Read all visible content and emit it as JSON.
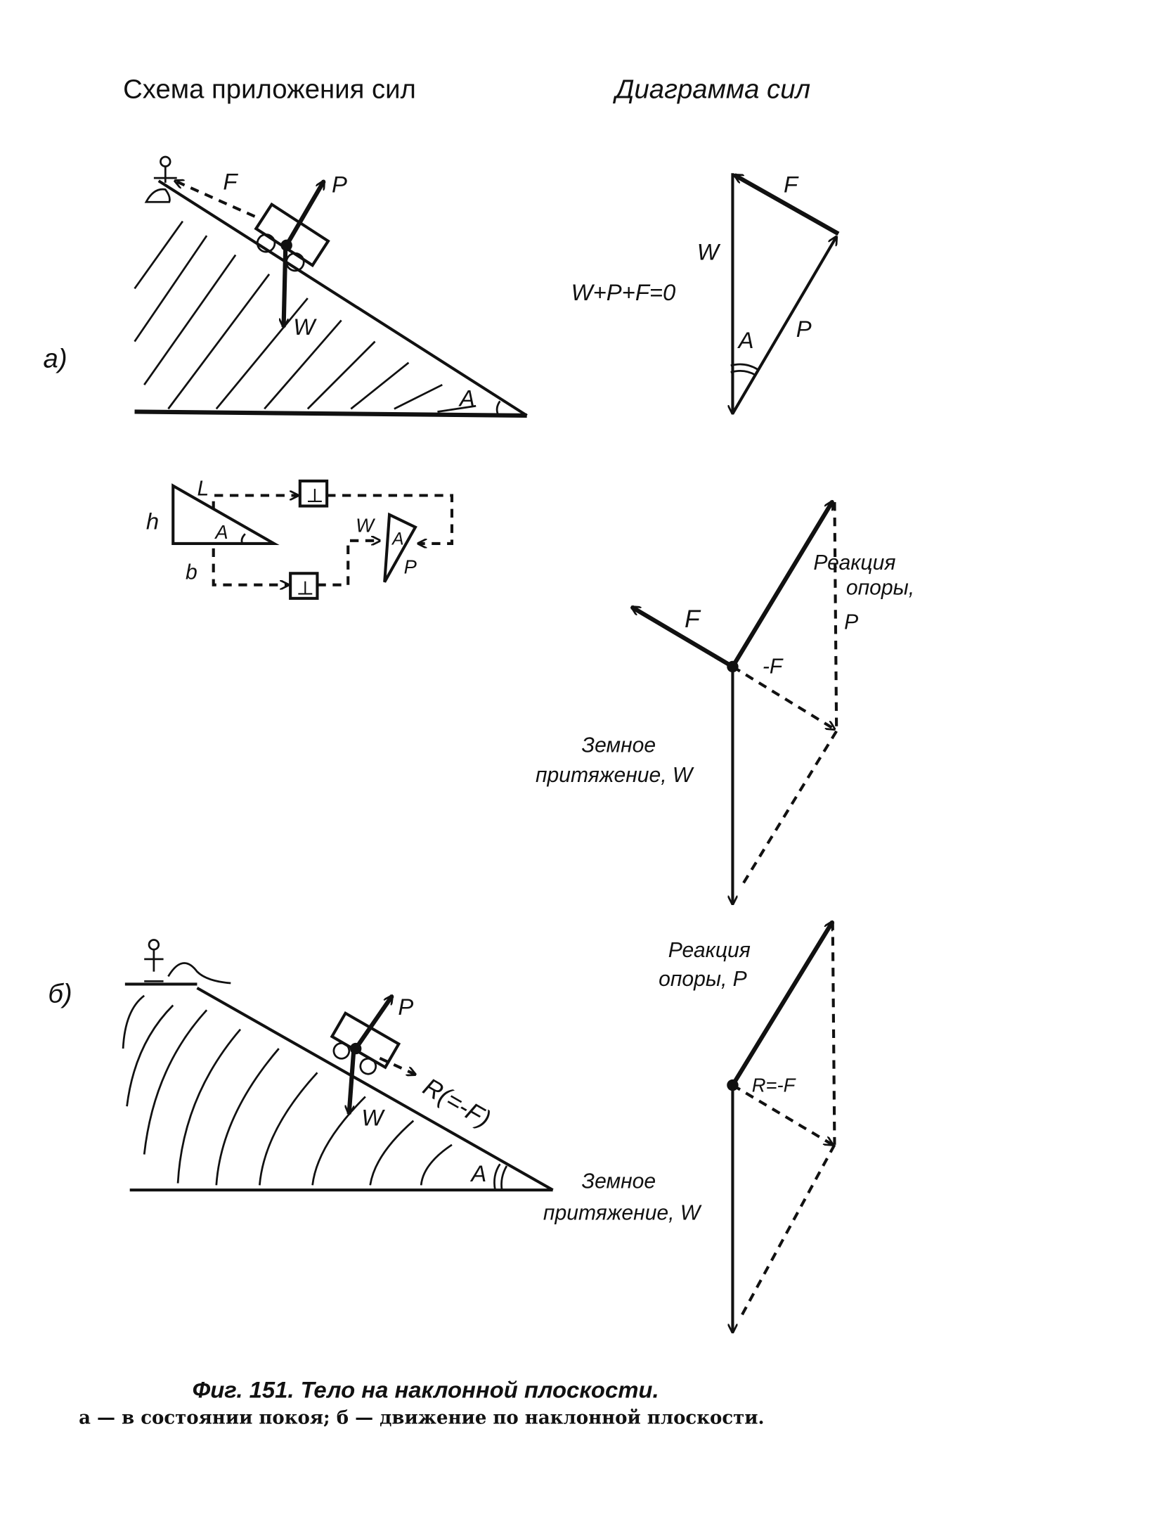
{
  "headers": {
    "left": "Схема приложения сил",
    "right": "Диаграмма сил"
  },
  "panel_a": {
    "label": "а)",
    "scheme": {
      "F": "F",
      "P": "P",
      "W": "W",
      "A": "A"
    },
    "diagram": {
      "F": "F",
      "W": "W",
      "P": "P",
      "A": "A",
      "equation": "W+P+F=0"
    }
  },
  "construction": {
    "L": "L",
    "h": "h",
    "A": "A",
    "b": "b",
    "box1": "⊥",
    "box2": "⊥",
    "W": "W",
    "A2": "A",
    "P": "P"
  },
  "middle_diagram": {
    "F": "F",
    "minusF": "-F",
    "reaction1": "Реакция",
    "reaction2": "опоры,",
    "reactionP": "P",
    "gravity1": "Земное",
    "gravity2": "притяжение, W"
  },
  "panel_b": {
    "label": "б)",
    "scheme": {
      "P": "P",
      "W": "W",
      "R": "R(=-F)",
      "A": "A"
    },
    "diagram": {
      "reaction1": "Реакция",
      "reaction2": "опоры, P",
      "R": "R=-F",
      "gravity1": "Земное",
      "gravity2": "притяжение, W"
    }
  },
  "caption": {
    "title": "Фиг. 151. Тело на наклонной плоскости.",
    "subtitle": "а — в состоянии покоя;  б — движение по наклонной плоскости."
  }
}
